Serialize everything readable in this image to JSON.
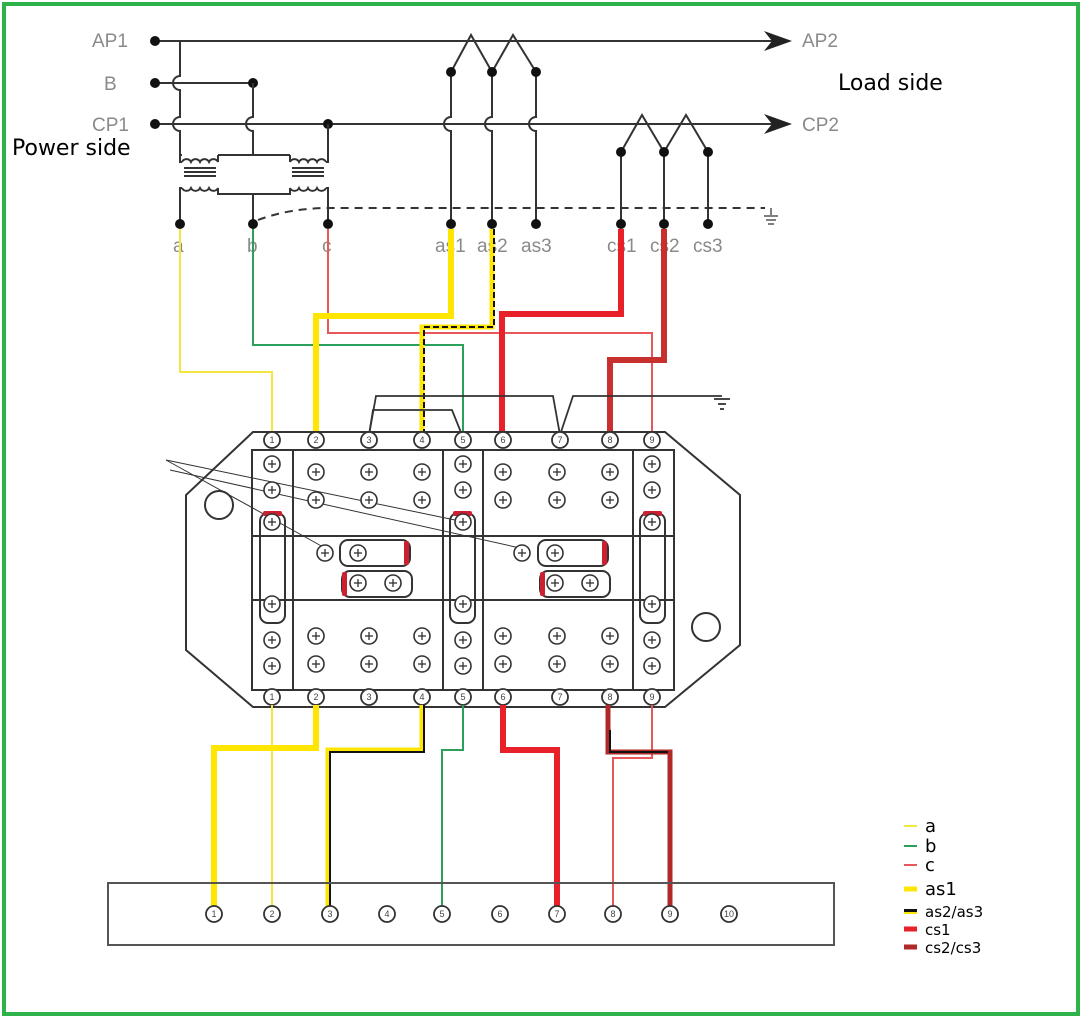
{
  "labels": {
    "ap1": "AP1",
    "b": "B",
    "cp1": "CP1",
    "ap2": "AP2",
    "cp2": "CP2",
    "power_side": "Power side",
    "load_side": "Load side",
    "pt_a": "a",
    "pt_b": "b",
    "pt_c": "c",
    "as1": "as1",
    "as2": "as2",
    "as3": "as3",
    "cs1": "cs1",
    "cs2": "cs2",
    "cs3": "cs3"
  },
  "relay_terminals_top": [
    "1",
    "2",
    "3",
    "4",
    "5",
    "6",
    "7",
    "8",
    "9"
  ],
  "relay_terminals_bottom": [
    "1",
    "2",
    "3",
    "4",
    "5",
    "6",
    "7",
    "8",
    "9"
  ],
  "terminal_strip": [
    "1",
    "2",
    "3",
    "4",
    "5",
    "6",
    "7",
    "8",
    "9",
    "10"
  ],
  "legend": [
    {
      "label": "a",
      "color": "#f5e642"
    },
    {
      "label": "b",
      "color": "#2ca05a"
    },
    {
      "label": "c",
      "color": "#e8585a"
    },
    {
      "label": "as1",
      "color": "#ffe600"
    },
    {
      "label": "as2/as3",
      "color": "#111111"
    },
    {
      "label": "cs1",
      "color": "#e8202a"
    },
    {
      "label": "cs2/cs3",
      "color": "#b02828"
    }
  ],
  "colors": {
    "border": "#2db34a",
    "wire_a": "#f5e642",
    "wire_b": "#2ca05a",
    "wire_c": "#e8585a",
    "wire_as1": "#ffe600",
    "wire_cs1": "#e8202a",
    "wire_cs23": "#b02828"
  }
}
